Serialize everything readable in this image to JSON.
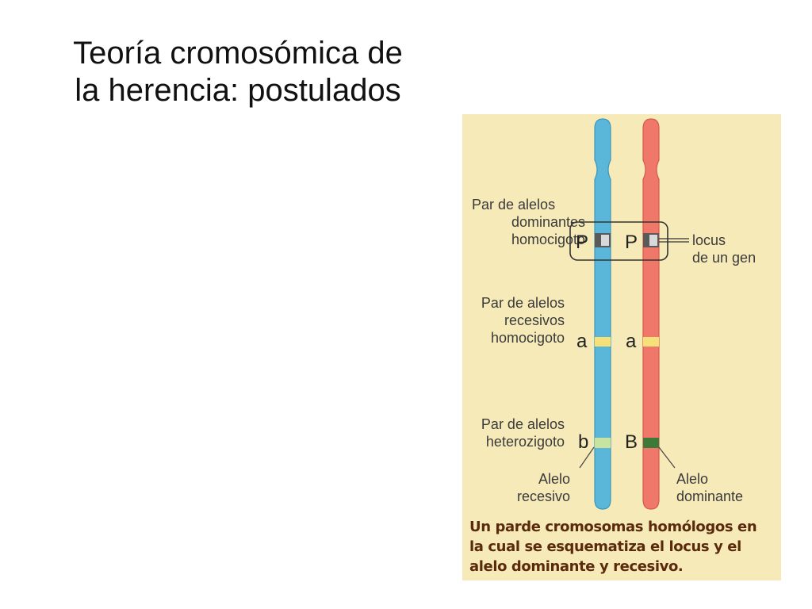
{
  "slide": {
    "title_lines": [
      "Teoría cromosómica de",
      "la herencia: postulados"
    ]
  },
  "figure": {
    "colors": {
      "background": "#f7eab9",
      "chromosome_left": "#5bb7d9",
      "chromosome_right": "#f0786a",
      "band_dominant": "#5a5a5a",
      "band_recessive": "#f5e07a",
      "band_heterozygous_light": "#c8e2a0",
      "band_heterozygous_dark": "#3d7a3a",
      "caption": "#5a2a0c"
    },
    "labels": {
      "dominant_pair": [
        "Par de alelos",
        "dominantes",
        "homocigoto"
      ],
      "recessive_pair": [
        "Par de alelos",
        "recesivos",
        "homocigoto"
      ],
      "heterozygous_pair": [
        "Par de alelos",
        "heterozigoto"
      ],
      "locus": [
        "locus",
        "de un gen"
      ],
      "recessive_allele": [
        "Alelo",
        "recesivo"
      ],
      "dominant_allele": [
        "Alelo",
        "dominante"
      ]
    },
    "alleles": {
      "left_p": "P",
      "right_p": "P",
      "left_a": "a",
      "right_a": "a",
      "left_b": "b",
      "right_b": "B"
    },
    "caption_lines": [
      "Un parde cromosomas homólogos en",
      "la cual se esquematiza el locus y el",
      "alelo dominante y recesivo."
    ]
  }
}
